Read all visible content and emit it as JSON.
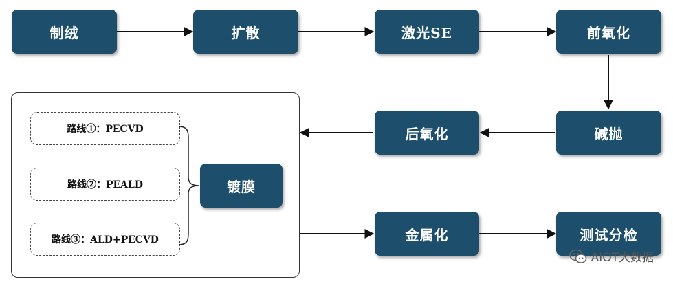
{
  "steps": {
    "texturing": "制绒",
    "diffusion": "扩散",
    "laser_se": "激光SE",
    "pre_oxidation": "前氧化",
    "alkali_polish": "碱抛",
    "post_oxidation": "后氧化",
    "coating": "镀膜",
    "metallization": "金属化",
    "test_sort": "测试分检"
  },
  "routes": [
    {
      "label": "路线①：PECVD"
    },
    {
      "label": "路线②：PEALD"
    },
    {
      "label": "路线③：ALD+PECVD"
    }
  ],
  "watermark": {
    "text": "AIOT大数据",
    "icon": "wechat-icon"
  },
  "colors": {
    "box": "#1d4e6b",
    "arrow": "#111111"
  }
}
